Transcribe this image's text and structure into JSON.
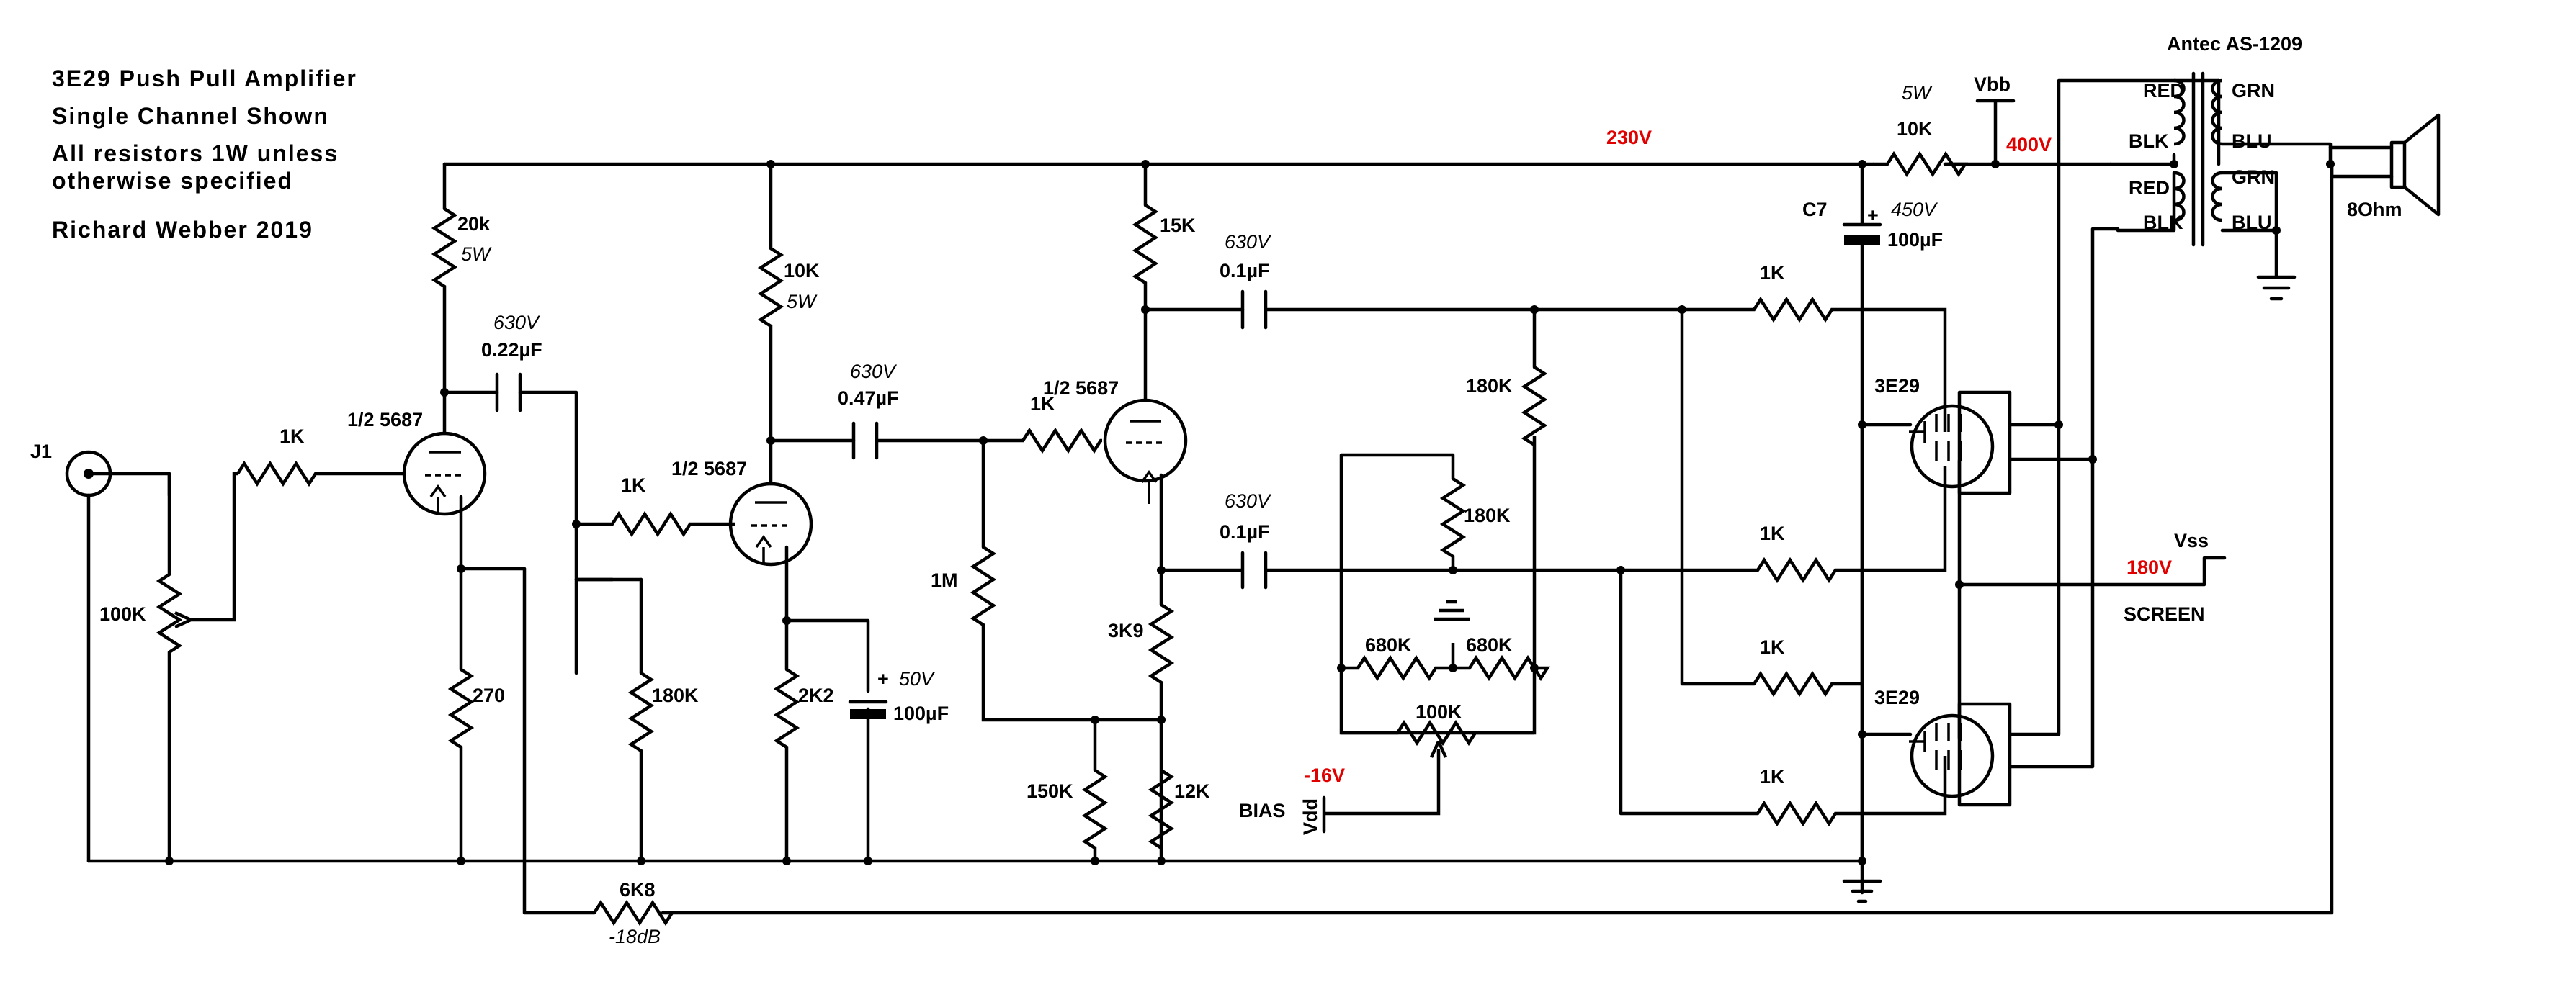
{
  "notes": {
    "title": "3E29 Push Pull Amplifier",
    "line2": "Single Channel Shown",
    "line3": "All resistors 1W unless",
    "line4": "otherwise specified",
    "author": "Richard Webber 2019"
  },
  "voltages": {
    "v230": "230V",
    "v400": "400V",
    "vbb": "Vbb",
    "v180": "180V",
    "vss": "Vss",
    "screen": "SCREEN",
    "v16": "-16V",
    "vdd": "Vdd",
    "bias": "BIAS"
  },
  "transformer": {
    "model": "Antec AS-1209",
    "red1": "RED",
    "blk1": "BLK",
    "red2": "RED",
    "blk2": "BLK",
    "grn1": "GRN",
    "blu1": "BLU",
    "grn2": "GRN",
    "blu2": "BLU",
    "speaker": "8Ohm"
  },
  "tubes": {
    "v1": "1/2 5687",
    "v2": "1/2 5687",
    "v3": "1/2 5687",
    "out1": "3E29",
    "out2": "3E29"
  },
  "input": {
    "jack": "J1",
    "pot": "100K"
  },
  "resistors": {
    "r_in": "1K",
    "r20k": "20k",
    "r20k_w": "5W",
    "r270": "270",
    "r1k_b": "1K",
    "r180k_a": "180K",
    "r10k_a": "10K",
    "r10k_a_w": "5W",
    "r2k2": "2K2",
    "r1m": "1M",
    "r1k_c": "1K",
    "r15k": "15K",
    "r3k9": "3K9",
    "r150k": "150K",
    "r12k": "12K",
    "r180k_b": "180K",
    "r180k_c": "180K",
    "r680k_a": "680K",
    "r680k_b": "680K",
    "rbias_pot": "100K",
    "r1k_g1": "1K",
    "r1k_g2": "1K",
    "r1k_g3": "1K",
    "r1k_g4": "1K",
    "r10k_b": "10K",
    "r10k_b_w": "5W",
    "r6k8": "6K8",
    "r6k8_db": "-18dB"
  },
  "capacitors": {
    "c1_v": "630V",
    "c1": "0.22µF",
    "c2_v": "630V",
    "c2": "0.47µF",
    "c3_v": "50V",
    "c3": "100µF",
    "c4_v": "630V",
    "c4": "0.1µF",
    "c5_v": "630V",
    "c5": "0.1µF",
    "c7_name": "C7",
    "c7_v": "450V",
    "c7": "100µF"
  }
}
